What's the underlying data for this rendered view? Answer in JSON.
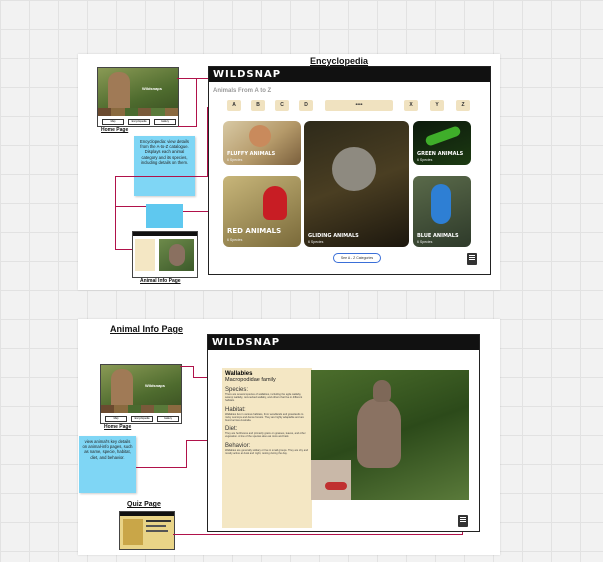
{
  "encyclopedia": {
    "section_title": "Encyclopedia",
    "brand": "WILDSNAP",
    "heading": "Animals From A to Z",
    "letters": [
      "A",
      "B",
      "C",
      "D",
      "X",
      "Y",
      "Z"
    ],
    "search_value": "••••",
    "cards": [
      {
        "label": "FLUFFY ANIMALS",
        "sub": "6 Species"
      },
      {
        "label": "RED ANIMALS",
        "sub": "6 Species"
      },
      {
        "label": "GLIDING ANIMALS",
        "sub": "6 Species"
      },
      {
        "label": "GREEN ANIMALS",
        "sub": "6 Species"
      },
      {
        "label": "BLUE ANIMALS",
        "sub": "6 Species"
      }
    ],
    "see_all": "See A - Z Categories",
    "note": "Encyclopedia: view details from the A-to-Z catalogue. Displays each animal category and its species, including details on them.",
    "home_caption": "Home Page",
    "info_caption": "Animal Info Page"
  },
  "animal_info": {
    "section_title": "Animal Info Page",
    "brand": "WILDSNAP",
    "name": "Wallabies",
    "family": "Macropodidae family",
    "species_label": "Species:",
    "species_text": "There are several species of wallabies, including the agile wallaby, swamp wallaby, red-necked wallaby, and others that live in different habitats.",
    "habitat_label": "Habitat:",
    "habitat_text": "Wallabies live in various habitats, from woodlands and grasslands to rocky outcrops and dense forests. They are highly adaptable and are found across Australia.",
    "diet_label": "Diet:",
    "diet_text": "They are herbivores and primarily graze on grasses, leaves, and other vegetation. A few of the species also eat roots and bark.",
    "behavior_label": "Behavior:",
    "behavior_text": "Wallabies are generally solitary or live in small groups. They are shy and mostly active at dusk and night, resting during the day.",
    "note": "view animal's key details on animal-info pages, such as name, specie, habitat, diet, and behavior.",
    "home_caption": "Home Page",
    "quiz_caption": "Quiz Page"
  },
  "home_mini": {
    "hero_text": "Wildsnaps",
    "buttons": [
      "Map",
      "Encyclopedia",
      "Gallery"
    ]
  },
  "colors": {
    "accent": "#b0124a",
    "note": "#7fd6f5",
    "letter_bg": "#f0e2c0",
    "brand_bar": "#111111"
  }
}
